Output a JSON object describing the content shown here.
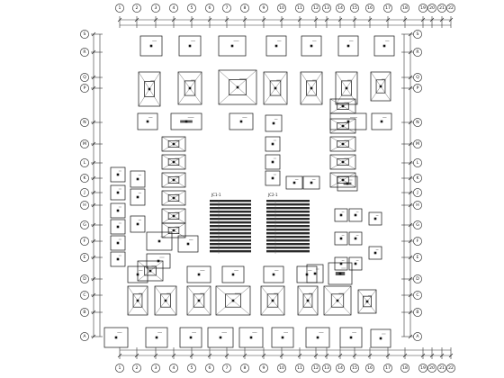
{
  "drawing": {
    "background": "#ffffff",
    "line_color": "#111111"
  },
  "axes": {
    "top": [
      "1",
      "2",
      "3",
      "4",
      "5",
      "6",
      "7",
      "8",
      "9",
      "10",
      "11",
      "12",
      "13",
      "14",
      "15",
      "16",
      "17",
      "18",
      "19",
      "20",
      "21",
      "22"
    ],
    "bottom": [
      "1",
      "2",
      "3",
      "4",
      "5",
      "6",
      "7",
      "8",
      "9",
      "10",
      "11",
      "12",
      "13",
      "14",
      "15",
      "16",
      "17",
      "18",
      "19",
      "20",
      "21",
      "22"
    ],
    "left": [
      "S",
      "R",
      "Q",
      "P",
      "N",
      "M",
      "L",
      "K",
      "J",
      "H",
      "G",
      "F",
      "E",
      "D",
      "C",
      "B",
      "A"
    ],
    "right": [
      "S",
      "R",
      "Q",
      "P",
      "N",
      "M",
      "L",
      "K",
      "J",
      "H",
      "G",
      "F",
      "E",
      "D",
      "C",
      "B",
      "A"
    ]
  },
  "schedules": [
    {
      "title": "JC1-1",
      "rows": 15
    },
    {
      "title": "JC2-1",
      "rows": 15
    }
  ]
}
